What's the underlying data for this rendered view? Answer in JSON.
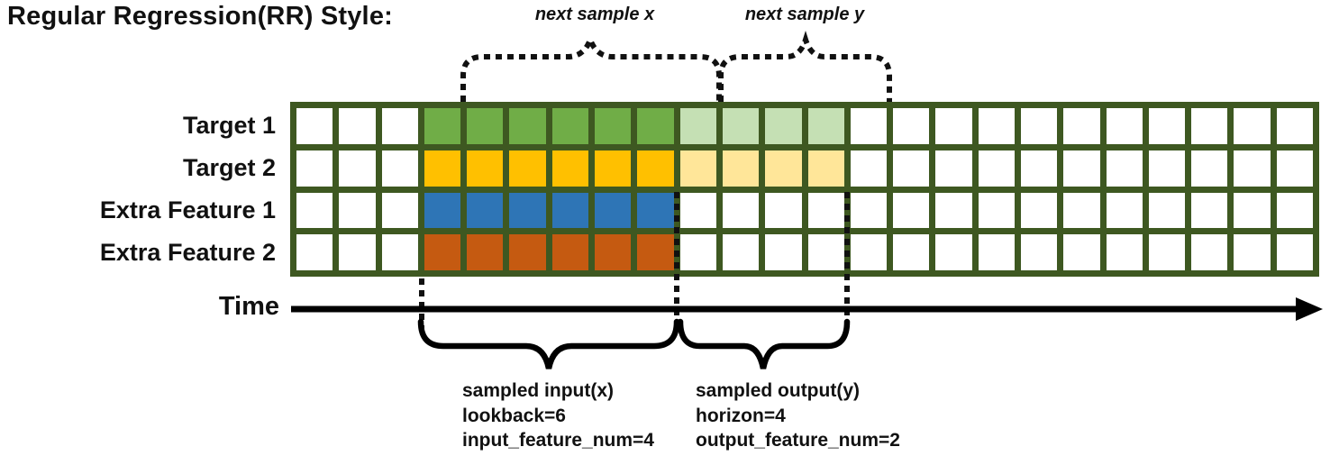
{
  "title": "Regular Regression(RR) Style:",
  "annotations": {
    "next_sample_x": "next sample x",
    "next_sample_y": "next sample y"
  },
  "grid": {
    "columns": 24,
    "lead_empty_cols": 3,
    "input_cols": 6,
    "output_cols": 4,
    "trail_empty_cols": 11,
    "border_color": "#3e5821",
    "empty_cell_color": "#ffffff"
  },
  "rows": [
    {
      "label": "Target 1",
      "input_color": "#70ad47",
      "output_color": "#c5e0b4",
      "has_output": true
    },
    {
      "label": "Target 2",
      "input_color": "#ffc000",
      "output_color": "#ffe699",
      "has_output": true
    },
    {
      "label": "Extra Feature 1",
      "input_color": "#2e75b6",
      "output_color": null,
      "has_output": false
    },
    {
      "label": "Extra Feature 2",
      "input_color": "#c55a11",
      "output_color": null,
      "has_output": false
    }
  ],
  "time_axis": {
    "label": "Time"
  },
  "sample_info": {
    "input": {
      "lines": [
        "sampled input(x)",
        "lookback=6",
        "input_feature_num=4"
      ]
    },
    "output": {
      "lines": [
        "sampled output(y)",
        "horizon=4",
        "output_feature_num=2"
      ]
    }
  }
}
